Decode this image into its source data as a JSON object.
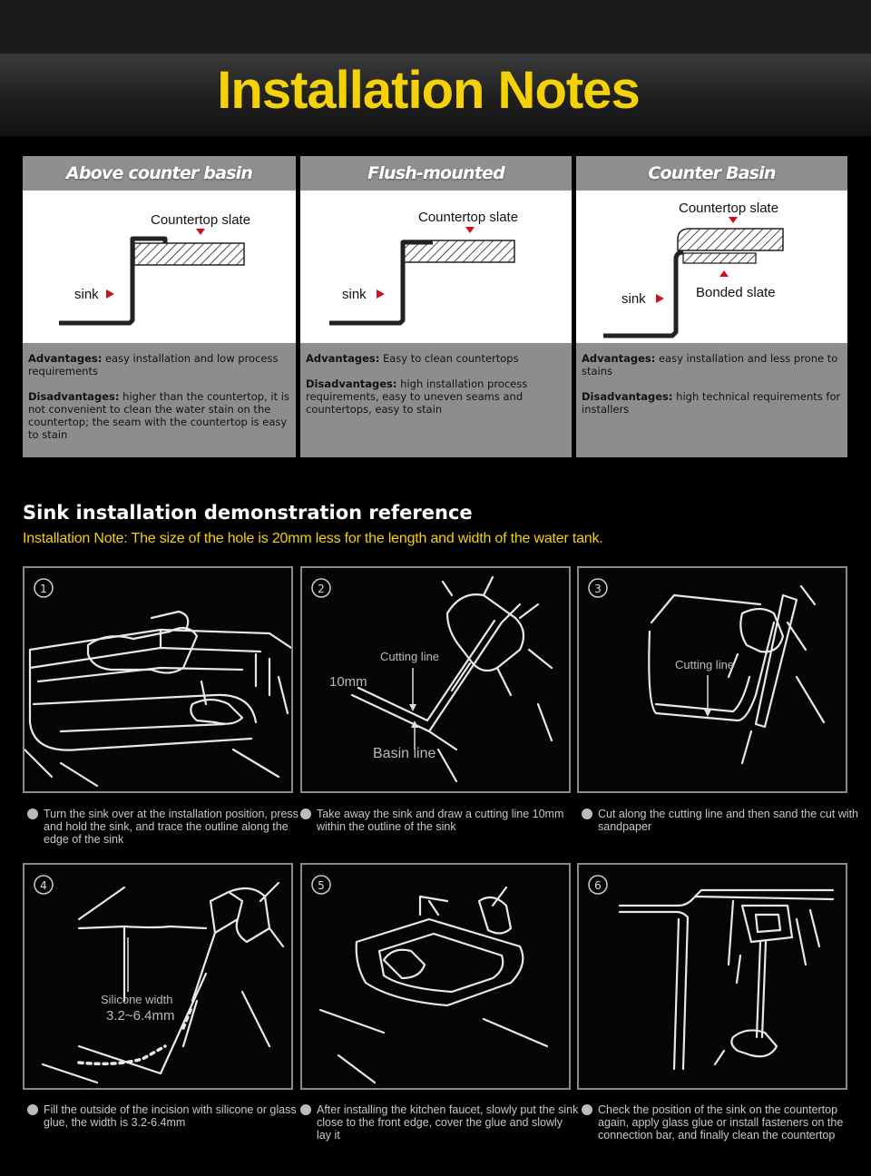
{
  "header": {
    "title": "Installation Notes"
  },
  "types": [
    {
      "heading": "Above counter basin",
      "label_slate": "Countertop slate",
      "label_sink": "sink",
      "adv_label": "Advantages:",
      "adv_text": " easy installation and low process requirements",
      "dis_label": "Disadvantages:",
      "dis_text": " higher than the countertop, it is not convenient to clean the water stain on the countertop; the seam with the countertop is easy to stain"
    },
    {
      "heading": "Flush-mounted",
      "label_slate": "Countertop slate",
      "label_sink": "sink",
      "adv_label": "Advantages:",
      "adv_text": "  Easy to clean countertops",
      "dis_label": "Disadvantages:",
      "dis_text": " high installation process requirements, easy to uneven seams and countertops, easy to stain"
    },
    {
      "heading": "Counter Basin",
      "label_slate": "Countertop slate",
      "label_sink": "sink",
      "label_bonded": "Bonded slate",
      "adv_label": "Advantages:",
      "adv_text": "  easy installation and less prone to stains",
      "dis_label": "Disadvantages:",
      "dis_text": " high technical requirements for installers"
    }
  ],
  "demo": {
    "title": "Sink installation demonstration reference",
    "note": "Installation Note: The size of the hole is 20mm less for the length and width of the water tank."
  },
  "steps": [
    {
      "num": "1",
      "caption": "Turn the sink over at the installation position, press and hold the sink, and trace the outline along the edge of the sink"
    },
    {
      "num": "2",
      "caption": "Take away the sink and draw a cutting line 10mm within the outline of the sink",
      "label_cut": "Cutting line",
      "label_mm": "10mm",
      "label_basin": "Basin line"
    },
    {
      "num": "3",
      "caption": "Cut along the cutting line and then sand the cut with sandpaper",
      "label_cut": "Cutting line"
    },
    {
      "num": "4",
      "caption": "Fill the outside of the incision with silicone or glass glue, the width is 3.2-6.4mm",
      "label_width": "Silicone width",
      "label_range": "3.2~6.4mm"
    },
    {
      "num": "5",
      "caption": "After installing the kitchen faucet, slowly put the sink close to the front edge, cover the glue and slowly lay it"
    },
    {
      "num": "6",
      "caption": "Check the position of the sink on the countertop again, apply glass glue or install fasteners on the connection bar, and finally clean the countertop"
    }
  ],
  "colors": {
    "accent": "#f5d10a",
    "arrow": "#d0101a",
    "panel_header": "#8f8f8f",
    "panel_body": "#8d8d8d"
  }
}
